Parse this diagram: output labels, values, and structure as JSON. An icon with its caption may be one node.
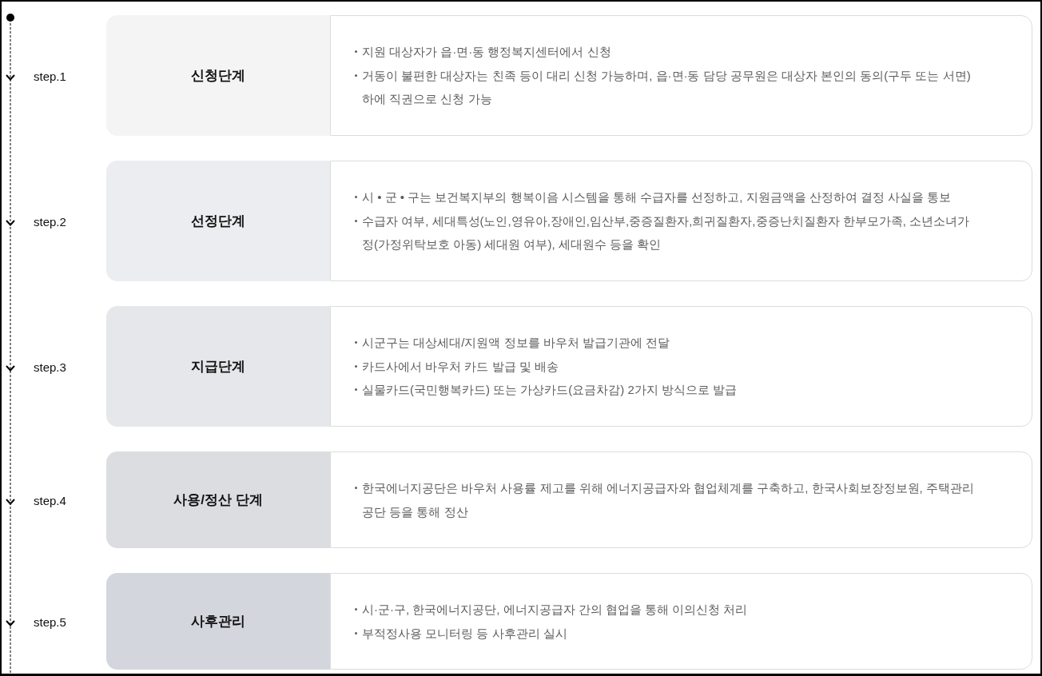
{
  "diagram": {
    "nodes": [
      {
        "text": [
          "신청단계"
        ],
        "beside": [
          "step.1"
        ]
      },
      {
        "text": [
          "지원 대상자가 읍·면·동 행정복지센터에서 신청",
          "거동이 불편한 대상자는 친족 등이 대리 신청 가능하며, 읍·면·동 담당 공무원은 대상자 본인의 동의(구두 또는 서면) 하에 직권으로 신청 가능"
        ]
      },
      {
        "text": [
          "선정단계"
        ],
        "beside": [
          "step.2"
        ]
      },
      {
        "text": [
          "시 • 군 • 구는 보건복지부의 행복이음 시스템을 통해 수급자를 선정하고, 지원금액을 산정하여 결정 사실을 통보",
          "수급자 여부, 세대특성(노인,영유아,장애인,임산부,중증질환자,희귀질환자,중증난치질환자 한부모가족, 소년소녀가정(가정위탁보호 아동) 세대원 여부), 세대원수 등을 확인"
        ]
      },
      {
        "text": [
          "지급단계"
        ],
        "beside": [
          "step.3"
        ]
      },
      {
        "text": [
          "시군구는 대상세대/지원액 정보를 바우처 발급기관에 전달",
          "카드사에서 바우처 카드 발급 및 배송",
          "실물카드(국민행복카드) 또는 가상카드(요금차감) 2가지 방식으로 발급"
        ]
      },
      {
        "text": [
          "사용/정산 단계"
        ],
        "beside": [
          "step.4"
        ]
      },
      {
        "text": [
          "한국에너지공단은 바우처 사용률 제고를 위해 에너지공급자와 협업체계를 구축하고, 한국사회보장정보원, 주택관리공단 등을 통해 정산"
        ]
      },
      {
        "text": [
          "사후관리"
        ],
        "beside": [
          "step.5"
        ]
      },
      {
        "text": [
          "시·군·구, 한국에너지공단, 에너지공급자 간의 협업을 통해 이의신청 처리",
          "부적정사용 모니터링 등 사후관리 실시"
        ]
      }
    ]
  }
}
